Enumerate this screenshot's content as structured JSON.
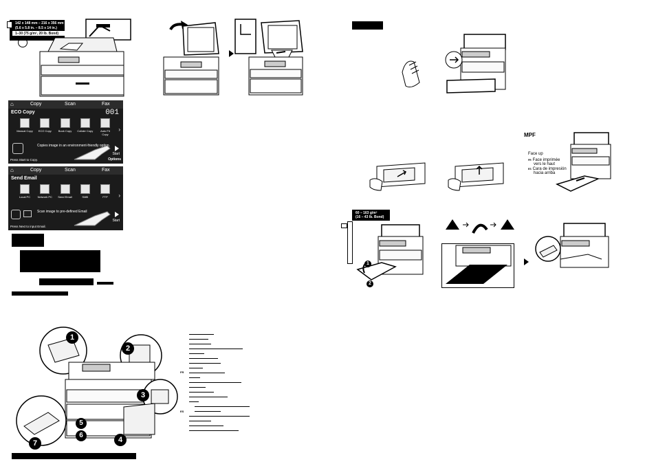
{
  "copy_panel": {
    "tabs": [
      "Copy",
      "Scan",
      "Fax"
    ],
    "title": "ECO Copy",
    "count": "001",
    "items": [
      "Manual Copy",
      "ECO Copy",
      "Book Copy",
      "Collate Copy",
      "Auto Fit Copy"
    ],
    "description": "Copies image in an environment-friendly option.",
    "start_label": "Start",
    "options_label": "Options",
    "press_hint": "Press  Start  to Copy."
  },
  "scan_panel": {
    "tabs": [
      "Copy",
      "Scan",
      "Fax"
    ],
    "title": "Send Email",
    "items": [
      "Local PC",
      "Network PC",
      "Send Email",
      "SMB",
      "FTP"
    ],
    "description": "Scan image to pre-defined Email",
    "start_label": "Start",
    "press_hint": "Press  Next  to input Email."
  },
  "adf_spec": {
    "size": "142 x 148 mm – 216 x 356 mm",
    "size_in": "(5.6 x 5.8 in. – 8.5 x 14 in.)",
    "weight": "1–30 (75 g/m², 20 lb. Bond)"
  },
  "mpf_label": "MPF",
  "face_up": {
    "title": "Face up",
    "fr_code": "FR",
    "fr_line1": "Face imprimée",
    "fr_line2": "vers le haut",
    "es_code": "ES",
    "es_line1": "Cara de impresión",
    "es_line2": "hacia arriba"
  },
  "mpf_spec": {
    "weight": "60 – 163 g/m²",
    "bond": "(16 – 43 lb. Bond)"
  },
  "list_markers": {
    "fr": "FR",
    "es": "ES"
  },
  "callouts": [
    "1",
    "2",
    "3",
    "4",
    "5",
    "6",
    "7"
  ],
  "small_callouts": [
    "1",
    "2"
  ]
}
